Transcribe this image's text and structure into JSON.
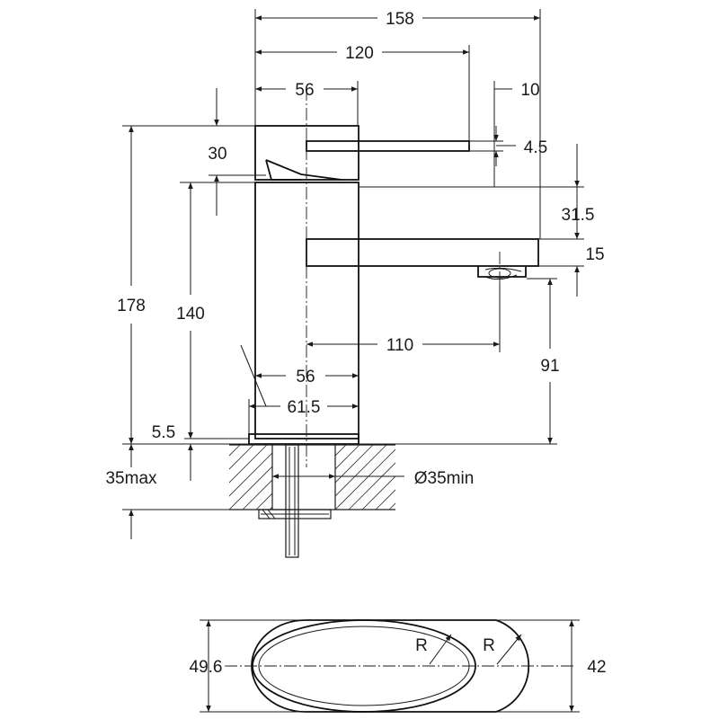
{
  "drawing": {
    "colors": {
      "line": "#1a1a1a",
      "background": "#ffffff"
    },
    "dimensions": {
      "overall_width": "158",
      "handle_length": "120",
      "body_width_top": "56",
      "handle_end": "10",
      "lever_height": "30",
      "lever_thickness": "4.5",
      "total_height": "178",
      "body_height": "140",
      "spout_height": "31.5",
      "spout_thickness": "15",
      "spout_reach": "110",
      "outlet_height": "91",
      "body_width_bottom": "56",
      "base_width": "61.5",
      "base_thickness": "5.5",
      "deck_thickness": "35max",
      "hole_diameter": "Ø35min",
      "plan_width": "49.6",
      "plan_width_end": "42",
      "radius_1": "R",
      "radius_2": "R"
    }
  }
}
